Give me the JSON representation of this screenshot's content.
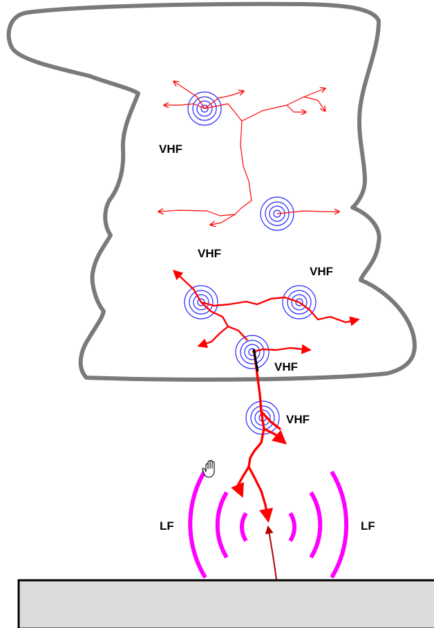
{
  "labels": {
    "vhf_1": "VHF",
    "vhf_2": "VHF",
    "vhf_3": "VHF",
    "vhf_4": "VHF",
    "vhf_5": "VHF",
    "lf_left": "LF",
    "lf_right": "LF"
  },
  "colors": {
    "cloud_outline": "#7a7a7a",
    "lightning": "#ff0000",
    "leader_dark": "#b00000",
    "vhf_rings": "#2222ff",
    "lf_waves": "#ff00ff",
    "ground_fill": "#dcdcdc",
    "ground_border": "#000000"
  },
  "icons": {
    "cursor": "hand-cursor-icon"
  }
}
